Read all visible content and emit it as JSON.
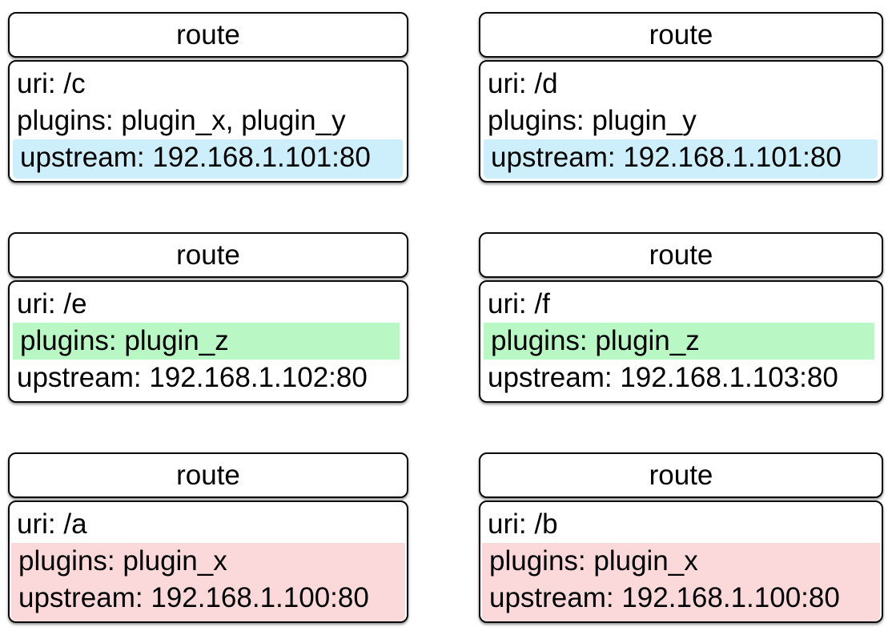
{
  "colors": {
    "highlight_blue": "#CDEEFB",
    "highlight_green": "#B9F7C4",
    "highlight_pink": "#FBD9DB",
    "card_border": "#0A0A0A",
    "card_background": "#FFFFFF",
    "page_background": "#FFFFFF",
    "text": "#000000"
  },
  "cards": [
    {
      "name": "route-c",
      "title": "route",
      "blocks": [
        {
          "highlight": "none",
          "to_bottom": false,
          "lines": [
            {
              "key": "uri",
              "text": "uri: /c"
            },
            {
              "key": "plugins",
              "text": "plugins: plugin_x, plugin_y"
            }
          ]
        },
        {
          "highlight": "blue",
          "to_bottom": true,
          "lines": [
            {
              "key": "upstream",
              "text": "upstream: 192.168.1.101:80"
            }
          ]
        }
      ]
    },
    {
      "name": "route-d",
      "title": "route",
      "blocks": [
        {
          "highlight": "none",
          "to_bottom": false,
          "lines": [
            {
              "key": "uri",
              "text": "uri: /d"
            },
            {
              "key": "plugins",
              "text": "plugins: plugin_y"
            }
          ]
        },
        {
          "highlight": "blue",
          "to_bottom": true,
          "lines": [
            {
              "key": "upstream",
              "text": "upstream: 192.168.1.101:80"
            }
          ]
        }
      ]
    },
    {
      "name": "route-e",
      "title": "route",
      "blocks": [
        {
          "highlight": "none",
          "to_bottom": false,
          "lines": [
            {
              "key": "uri",
              "text": "uri: /e"
            }
          ]
        },
        {
          "highlight": "green",
          "to_bottom": false,
          "lines": [
            {
              "key": "plugins",
              "text": "plugins: plugin_z"
            }
          ]
        },
        {
          "highlight": "none",
          "to_bottom": false,
          "lines": [
            {
              "key": "upstream",
              "text": "upstream: 192.168.1.102:80"
            }
          ]
        }
      ]
    },
    {
      "name": "route-f",
      "title": "route",
      "blocks": [
        {
          "highlight": "none",
          "to_bottom": false,
          "lines": [
            {
              "key": "uri",
              "text": "uri: /f"
            }
          ]
        },
        {
          "highlight": "green",
          "to_bottom": false,
          "lines": [
            {
              "key": "plugins",
              "text": "plugins: plugin_z"
            }
          ]
        },
        {
          "highlight": "none",
          "to_bottom": false,
          "lines": [
            {
              "key": "upstream",
              "text": "upstream: 192.168.1.103:80"
            }
          ]
        }
      ]
    },
    {
      "name": "route-a",
      "title": "route",
      "blocks": [
        {
          "highlight": "none",
          "to_bottom": false,
          "lines": [
            {
              "key": "uri",
              "text": "uri: /a"
            }
          ]
        },
        {
          "highlight": "pink",
          "to_bottom": true,
          "lines": [
            {
              "key": "plugins",
              "text": "plugins: plugin_x"
            },
            {
              "key": "upstream",
              "text": "upstream: 192.168.1.100:80"
            }
          ]
        }
      ]
    },
    {
      "name": "route-b",
      "title": "route",
      "blocks": [
        {
          "highlight": "none",
          "to_bottom": false,
          "lines": [
            {
              "key": "uri",
              "text": "uri: /b"
            }
          ]
        },
        {
          "highlight": "pink",
          "to_bottom": true,
          "lines": [
            {
              "key": "plugins",
              "text": "plugins: plugin_x"
            },
            {
              "key": "upstream",
              "text": "upstream: 192.168.1.100:80"
            }
          ]
        }
      ]
    }
  ]
}
